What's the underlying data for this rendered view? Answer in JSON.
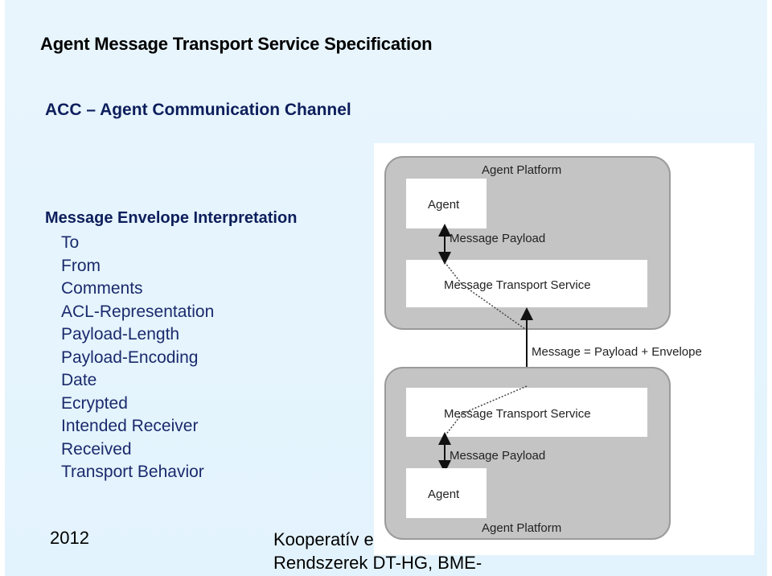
{
  "slide": {
    "title": "Agent Message Transport Service Specification",
    "subtitle": "ACC – Agent Communication Channel",
    "section_heading": "Message Envelope Interpretation",
    "fields": [
      "To",
      "From",
      "Comments",
      "ACL-Representation",
      "Payload-Length",
      "Payload-Encoding",
      "Date",
      "Ecrypted",
      "Intended Receiver",
      "Received",
      "Transport Behavior"
    ],
    "footer": {
      "year": "2012",
      "course_line1": "Kooperatív e",
      "course_line2": "Rendszerek DT-HG, BME-"
    }
  },
  "diagram": {
    "top_platform": {
      "label": "Agent Platform",
      "agent": "Agent",
      "payload": "Message Payload",
      "mts": "Message Transport Service"
    },
    "link_label": "Message = Payload + Envelope",
    "bottom_platform": {
      "label": "Agent Platform",
      "agent": "Agent",
      "payload": "Message Payload",
      "mts": "Message Transport Service"
    },
    "colors": {
      "platform_fill": "#c4c4c4",
      "platform_stroke": "#9a9a9a",
      "box_fill": "#ffffff",
      "arrow": "#111111"
    }
  }
}
